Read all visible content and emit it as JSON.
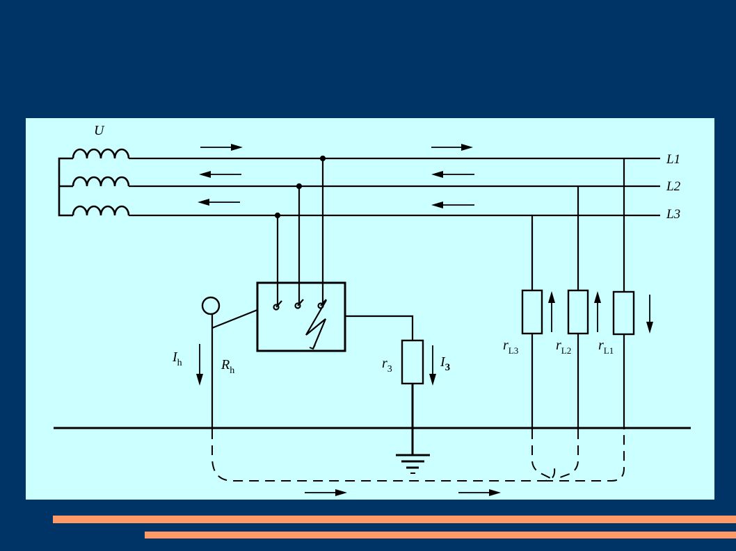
{
  "diagram": {
    "source_label": "U",
    "lines": [
      "L1",
      "L2",
      "L3"
    ],
    "fault_contact": {
      "I": "I",
      "I_sub": "h",
      "R": "R",
      "R_sub": "h"
    },
    "ground_resistor": {
      "r": "r",
      "r_sub": "3",
      "I": "I",
      "I_sub": "3"
    },
    "load_resistors": [
      {
        "r": "r",
        "sub": "L3"
      },
      {
        "r": "r",
        "sub": "L2"
      },
      {
        "r": "r",
        "sub": "L1"
      }
    ]
  },
  "colors": {
    "background": "#003366",
    "panel": "#ccffff",
    "accent_bars": "#ff9966",
    "ink": "#000000"
  }
}
